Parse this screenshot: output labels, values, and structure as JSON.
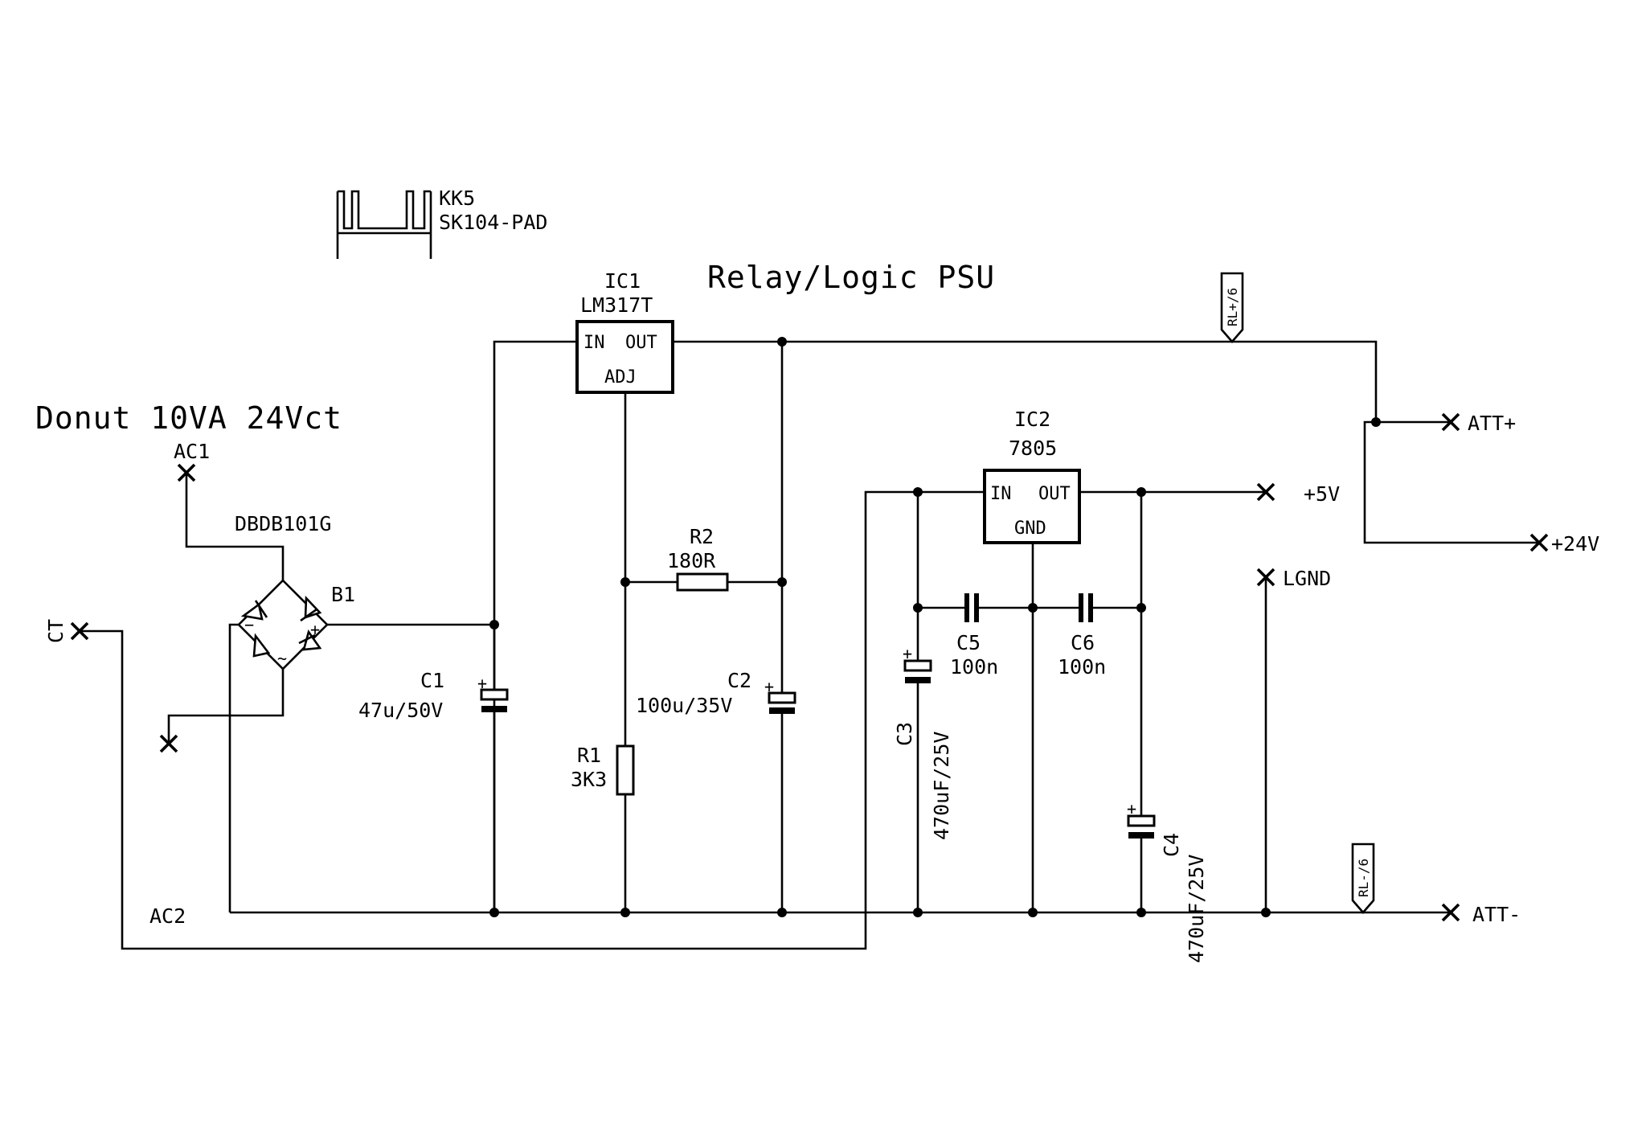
{
  "title": "Relay/Logic PSU",
  "transformer_label": "Donut 10VA 24Vct",
  "heatsink": {
    "ref": "KK5",
    "value": "SK104-PAD"
  },
  "ics": [
    {
      "id": "ic1",
      "ref": "IC1",
      "value": "LM317T",
      "pins": {
        "in": "IN",
        "out": "OUT",
        "adj": "ADJ"
      }
    },
    {
      "id": "ic2",
      "ref": "IC2",
      "value": "7805",
      "pins": {
        "in": "IN",
        "out": "OUT",
        "gnd": "GND"
      }
    }
  ],
  "bridge": {
    "ref": "B1",
    "value": "DBDB101G",
    "minus": "−",
    "plus": "+",
    "ac": "~"
  },
  "resistors": [
    {
      "id": "r1",
      "ref": "R1",
      "value": "3K3"
    },
    {
      "id": "r2",
      "ref": "R2",
      "value": "180R"
    }
  ],
  "capacitors": [
    {
      "id": "c1",
      "ref": "C1",
      "value": "47u/50V",
      "polarity": "+"
    },
    {
      "id": "c2",
      "ref": "C2",
      "value": "100u/35V",
      "polarity": "+"
    },
    {
      "id": "c3",
      "ref": "C3",
      "value": "470uF/25V",
      "polarity": "+"
    },
    {
      "id": "c4",
      "ref": "C4",
      "value": "470uF/25V",
      "polarity": "+"
    },
    {
      "id": "c5",
      "ref": "C5",
      "value": "100n"
    },
    {
      "id": "c6",
      "ref": "C6",
      "value": "100n"
    }
  ],
  "terminals": {
    "ac1": "AC1",
    "ac2": "AC2",
    "ct": "CT",
    "att_plus": "ATT+",
    "plus_24v": "+24V",
    "plus_5v": "+5V",
    "lgnd": "LGND",
    "att_minus": "ATT-"
  },
  "flags": {
    "rl_plus": "RL+/6",
    "rl_minus": "RL-/6"
  }
}
